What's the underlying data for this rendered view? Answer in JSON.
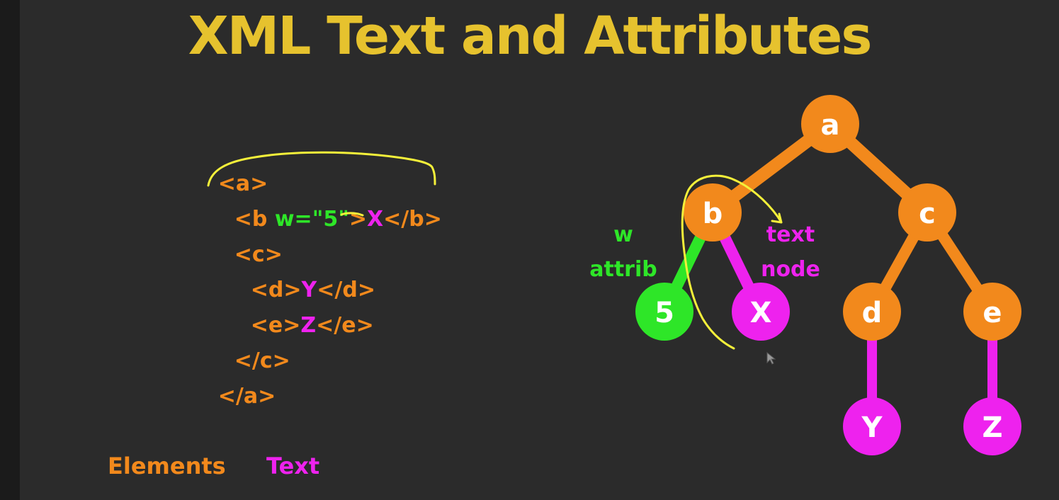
{
  "slide": {
    "title": "XML Text and Attributes"
  },
  "colors": {
    "background": "#2b2b2b",
    "title": "#e6c22e",
    "element": "#f2891c",
    "attribute": "#2ee628",
    "text": "#ee22ee",
    "annotation": "#f4f03a"
  },
  "code": {
    "line1": {
      "open": "<a>"
    },
    "line2": {
      "tag_open": "<b ",
      "attr": "w=\"5\"",
      "gt": ">",
      "text": "X",
      "tag_close": "</b>"
    },
    "line3": {
      "open": "<c>"
    },
    "line4": {
      "open": "<d>",
      "text": "Y",
      "close": "</d>"
    },
    "line5": {
      "open": "<e>",
      "text": "Z",
      "close": "</e>"
    },
    "line6": {
      "close": "</c>"
    },
    "line7": {
      "close": "</a>"
    }
  },
  "legend": {
    "elements": "Elements",
    "text": "Text"
  },
  "tree": {
    "nodes": {
      "a": "a",
      "b": "b",
      "c": "c",
      "d": "d",
      "e": "e",
      "five": "5",
      "x": "X",
      "y": "Y",
      "z": "Z"
    },
    "attrib_note": {
      "line1": "w",
      "line2": "attrib"
    },
    "text_note": {
      "line1": "text",
      "line2": "node"
    }
  }
}
